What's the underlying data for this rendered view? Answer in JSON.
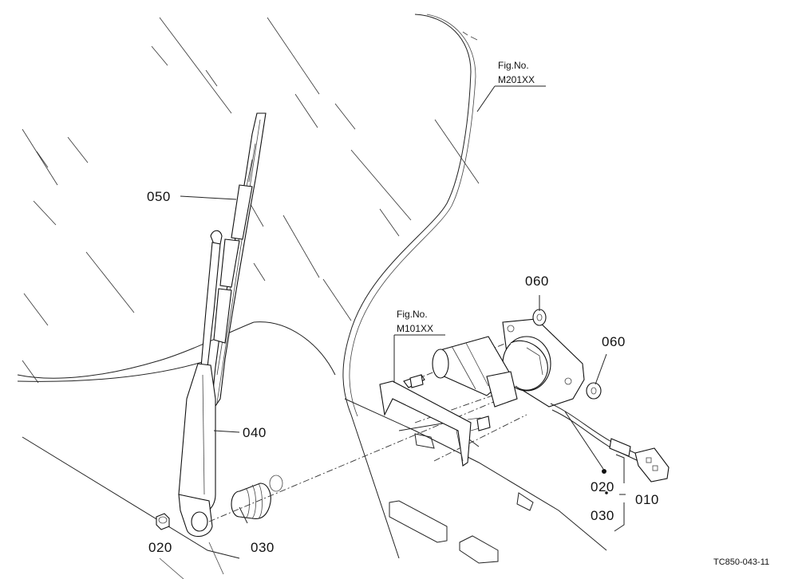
{
  "callouts": {
    "p050": "050",
    "p040": "040",
    "p020_left": "020",
    "p030_left": "030",
    "p060_top": "060",
    "p060_right": "060",
    "p020_right": "020",
    "p030_right": "030",
    "p010": "010"
  },
  "fig_refs": {
    "upper": {
      "label": "Fig.No.",
      "number": "M201XX"
    },
    "lower": {
      "label": "Fig.No.",
      "number": "M101XX"
    }
  },
  "drawing_code": "TC850-043-11"
}
